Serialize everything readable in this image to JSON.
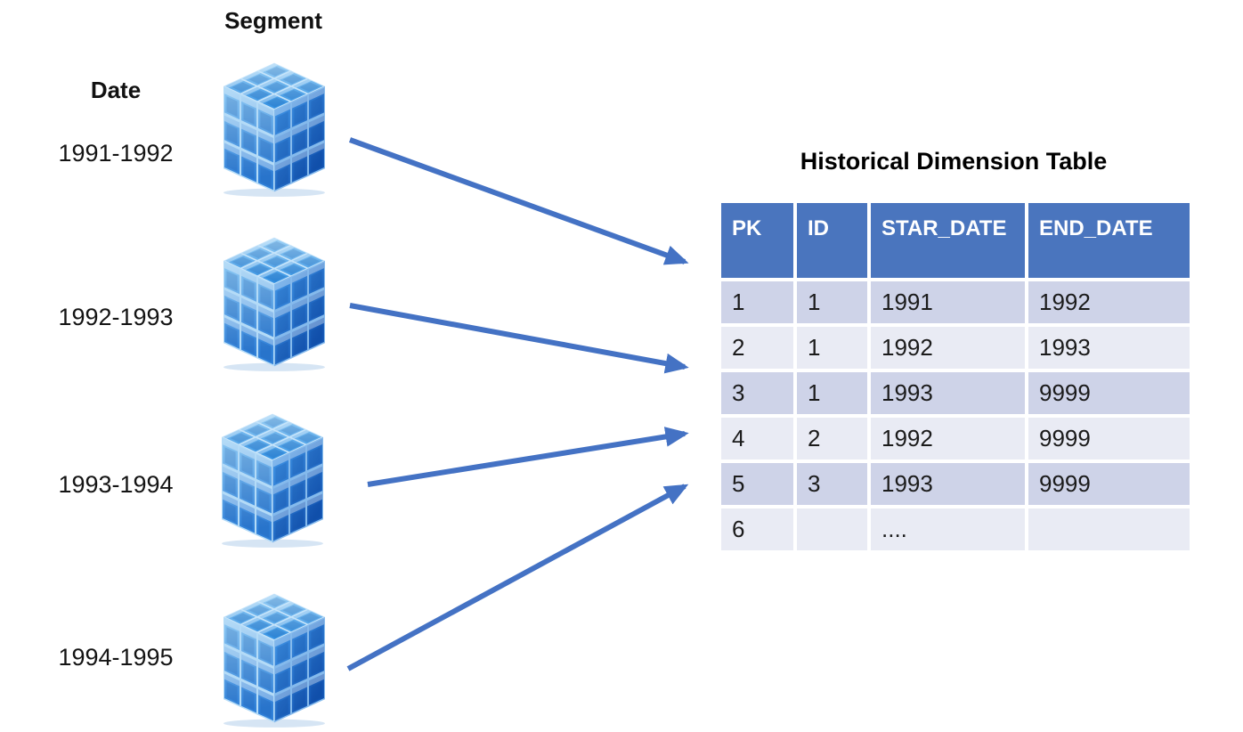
{
  "labels": {
    "segment": "Segment",
    "date": "Date"
  },
  "segments": [
    {
      "date_range": "1991-1992"
    },
    {
      "date_range": "1992-1993"
    },
    {
      "date_range": "1993-1994"
    },
    {
      "date_range": "1994-1995"
    }
  ],
  "icons": {
    "cube": "data-cube-icon"
  },
  "table": {
    "title": "Historical Dimension Table",
    "columns": [
      "PK",
      "ID",
      "STAR_DATE",
      "END_DATE"
    ],
    "rows": [
      [
        "1",
        "1",
        "1991",
        "1992"
      ],
      [
        "2",
        "1",
        "1992",
        "1993"
      ],
      [
        "3",
        "1",
        "1993",
        "9999"
      ],
      [
        "4",
        "2",
        "1992",
        "9999"
      ],
      [
        "5",
        "3",
        "1993",
        "9999"
      ],
      [
        "6",
        "",
        "....",
        ""
      ]
    ]
  },
  "colors": {
    "table_header_bg": "#4A75BE",
    "table_header_text": "#FFFFFF",
    "row_odd": "#CED3E8",
    "row_even": "#E9EBF4",
    "arrow": "#4472C4",
    "cube_blue": "#2F8FE2",
    "text": "#1B1B1B"
  }
}
